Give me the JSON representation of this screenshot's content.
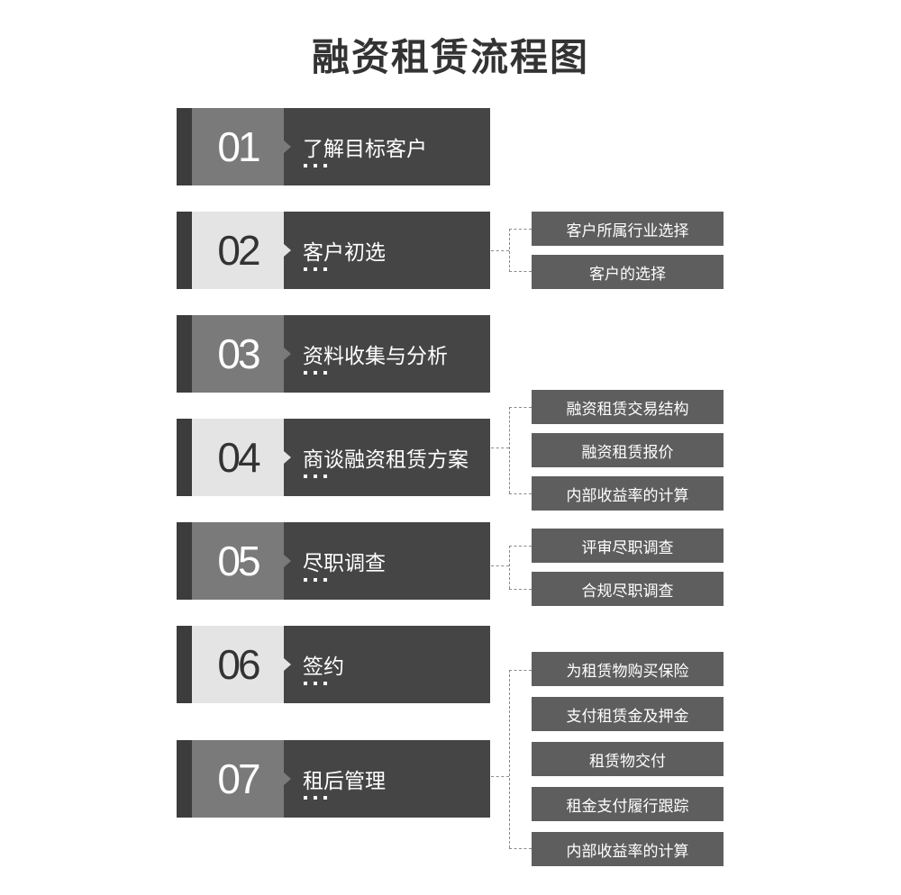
{
  "title": "融资租赁流程图",
  "colors": {
    "step_bg": "#454545",
    "stripe": "#3c3c3c",
    "num_block_odd": "#7a7a7a",
    "num_block_even": "#e4e4e4",
    "sub_box": "#5e5e5e",
    "connector": "#888888",
    "title_text": "#333333"
  },
  "steps": [
    {
      "num": "01",
      "label": "了解目标客户",
      "substeps": []
    },
    {
      "num": "02",
      "label": "客户初选",
      "substeps": [
        "客户所属行业选择",
        "客户的选择"
      ]
    },
    {
      "num": "03",
      "label": "资料收集与分析",
      "substeps": []
    },
    {
      "num": "04",
      "label": "商谈融资租赁方案",
      "substeps": [
        "融资租赁交易结构",
        "融资租赁报价",
        "内部收益率的计算"
      ]
    },
    {
      "num": "05",
      "label": "尽职调查",
      "substeps": [
        "评审尽职调查",
        "合规尽职调查"
      ]
    },
    {
      "num": "06",
      "label": "签约",
      "substeps": []
    },
    {
      "num": "07",
      "label": "租后管理",
      "substeps": [
        "为租赁物购买保险",
        "支付租赁金及押金",
        "租赁物交付",
        "租金支付履行跟踪",
        "内部收益率的计算"
      ]
    }
  ]
}
